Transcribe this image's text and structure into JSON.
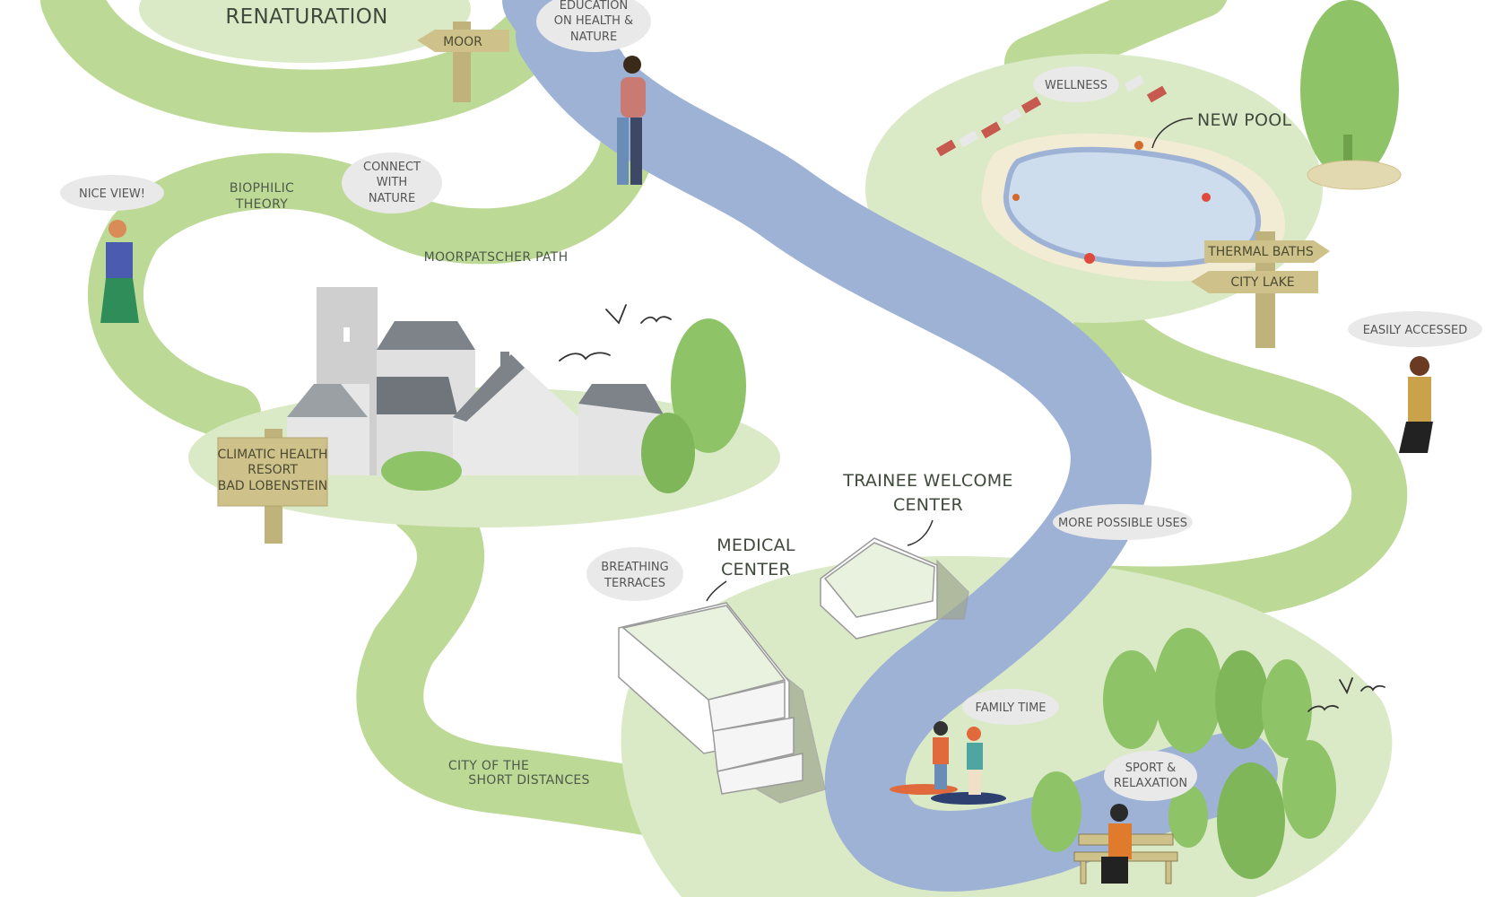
{
  "colors": {
    "path_green": "#bdd996",
    "light_green": "#dbeac6",
    "river": "#9eb2d6",
    "pool_water": "#cdddee",
    "sand": "#f3ecd4",
    "sign": "#cfc18a",
    "post": "#bfb27a",
    "tree": "#8fc368",
    "building": "#dcdcdc",
    "roof": "#7d8388"
  },
  "labels": {
    "renaturation": "RENATURATION",
    "biophilic_1": "BIOPHILIC",
    "biophilic_2": "THEORY",
    "moorpatscher": "MOORPATSCHER PATH",
    "new_pool": "NEW POOL",
    "trainee_1": "TRAINEE WELCOME",
    "trainee_2": "CENTER",
    "medical_1": "MEDICAL",
    "medical_2": "CENTER",
    "short_1": "CITY OF THE",
    "short_2": "SHORT DISTANCES"
  },
  "signs": {
    "moor": "MOOR",
    "thermal": "THERMAL BATHS",
    "lake": "CITY LAKE",
    "resort_1": "CLIMATIC HEALTH",
    "resort_2": "RESORT",
    "resort_3": "BAD LOBENSTEIN"
  },
  "bubbles": {
    "education_1": "EDUCATION",
    "education_2": "ON HEALTH &",
    "education_3": "NATURE",
    "nice_view": "NICE VIEW!",
    "connect_1": "CONNECT",
    "connect_2": "WITH",
    "connect_3": "NATURE",
    "wellness": "WELLNESS",
    "easily": "EASILY ACCESSED",
    "more_uses": "MORE POSSIBLE USES",
    "breathing_1": "BREATHING",
    "breathing_2": "TERRACES",
    "family": "FAMILY TIME",
    "sport_1": "SPORT &",
    "sport_2": "RELAXATION"
  },
  "icons": [
    "person-icon",
    "tree-icon",
    "bird-icon",
    "deck-chair-icon",
    "bench-icon",
    "paddle-board-icon",
    "signpost-icon"
  ]
}
